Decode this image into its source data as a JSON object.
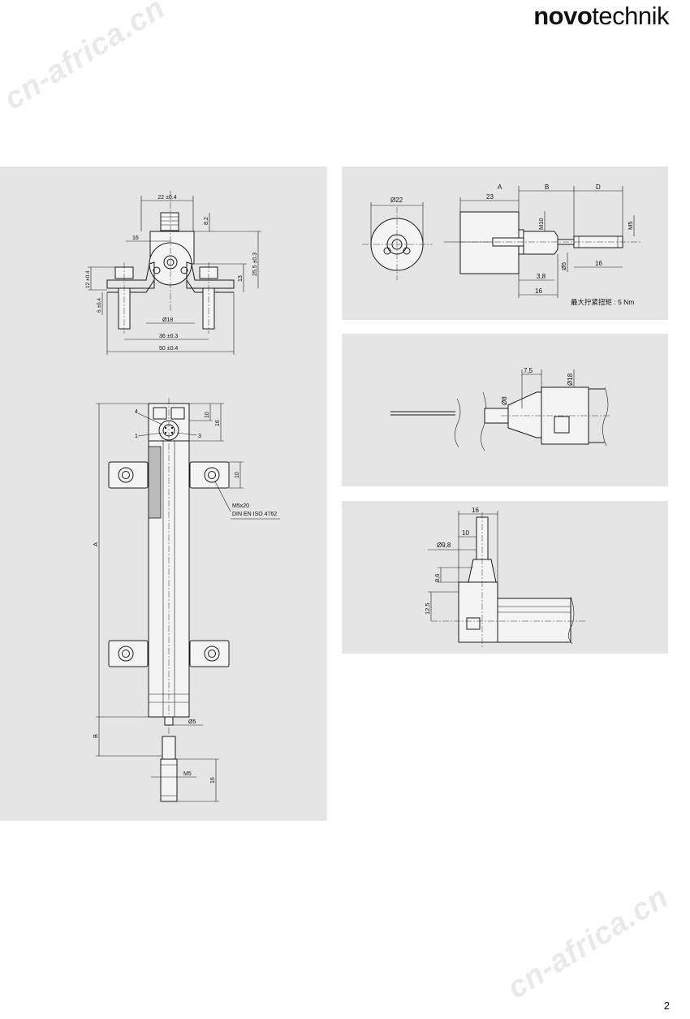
{
  "brand": {
    "bold": "novo",
    "light": "technik"
  },
  "watermark": "cn-africa.cn",
  "page_number": "2",
  "front_view": {
    "width_top": "22 ±0.4",
    "height_top": "8,2",
    "dim_16": "16",
    "dim_25_5": "25,5 ±0.3",
    "dim_13": "13",
    "dim_12": "12 ±0.4",
    "dim_6": "6 ±0.4",
    "dia_18": "Ø18",
    "dim_36": "36 ±0.3",
    "dim_50": "50 ±0.4"
  },
  "top_view": {
    "pin_4": "4",
    "pin_1": "1",
    "pin_3": "3",
    "dim_10a": "10",
    "dim_16": "16",
    "dim_10b": "10",
    "screw_line1": "M5x20",
    "screw_line2": "DIN EN ISO 4762",
    "label_A": "A",
    "label_B": "B",
    "dia_5": "Ø5",
    "thread_m5": "M5",
    "dim_16b": "16"
  },
  "shaft_view": {
    "dia_22": "Ø22",
    "col_A": "A",
    "col_B": "B",
    "col_D": "D",
    "dim_23": "23",
    "m10": "M10",
    "m5": "M5",
    "dia_5": "Ø5",
    "dim_16a": "16",
    "dim_3_8": "3,8",
    "dim_16b": "16",
    "torque_note": "最大拧紧扭矩 : 5 Nm"
  },
  "cable_view": {
    "dim_7_5": "7,5",
    "dia_18": "Ø18",
    "dia_8": "Ø8"
  },
  "connector_view": {
    "dim_16": "16",
    "dim_10": "10",
    "dia_9_8": "Ø9,8",
    "dim_8_6": "8,6",
    "dim_12_5": "12,5"
  }
}
